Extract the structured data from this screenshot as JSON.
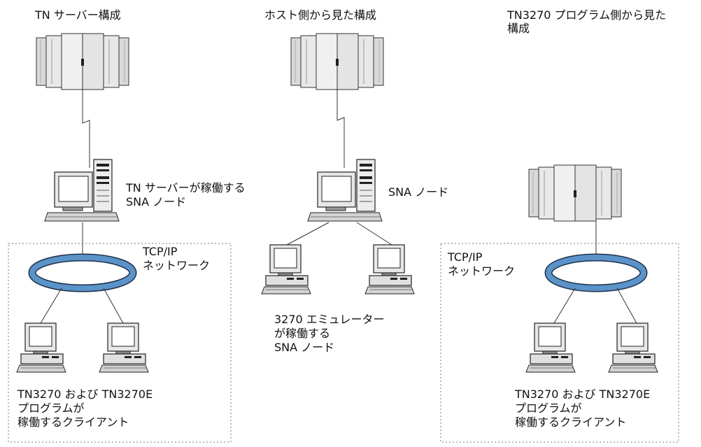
{
  "titles": {
    "tn_server_config": "TN サーバー構成",
    "host_view_config": "ホスト側から見た構成",
    "program_view_config_line1": "TN3270 プログラム側から見た",
    "program_view_config_line2": "構成"
  },
  "labels": {
    "tn_server_node_line1": "TN サーバーが稼働する",
    "tn_server_node_line2": "SNA ノード",
    "sna_node": "SNA ノード",
    "emulator_node_line1": "3270 エミュレーター",
    "emulator_node_line2": "が稼働する",
    "emulator_node_line3": "SNA ノード",
    "tcpip_left_line1": "TCP/IP",
    "tcpip_left_line2": "ネットワーク",
    "tcpip_right_line1": "TCP/IP",
    "tcpip_right_line2": "ネットワーク",
    "clients_left_line1": "TN3270 および TN3270E",
    "clients_left_line2": "プログラムが",
    "clients_left_line3": "稼働するクライアント",
    "clients_right_line1": "TN3270 および TN3270E",
    "clients_right_line2": "プログラムが",
    "clients_right_line3": "稼働するクライアント"
  },
  "colors": {
    "network_ring": "#5b93c9",
    "network_ring_edge": "#1d2f4a",
    "mainframe_body": "#e6e6e6",
    "mainframe_stroke": "#333333",
    "line": "#333333",
    "dashed_box": "#777777"
  },
  "icons": [
    "mainframe-icon",
    "server-computer-icon",
    "workstation-icon",
    "network-ring-icon"
  ]
}
